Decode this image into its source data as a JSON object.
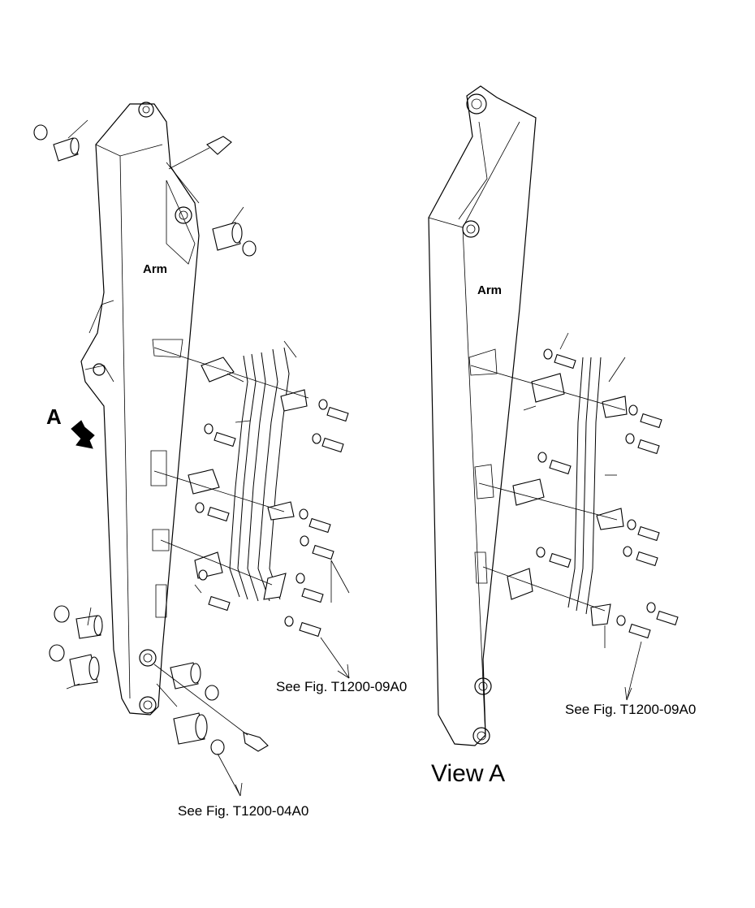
{
  "labels": {
    "arm_left": "Arm",
    "arm_right": "Arm",
    "view_marker": "A",
    "ref_top_left": "See Fig. T1200-09A0",
    "ref_bottom_left": "See Fig. T1200-04A0",
    "ref_right": "See Fig. T1200-09A0",
    "view_caption": "View A"
  }
}
